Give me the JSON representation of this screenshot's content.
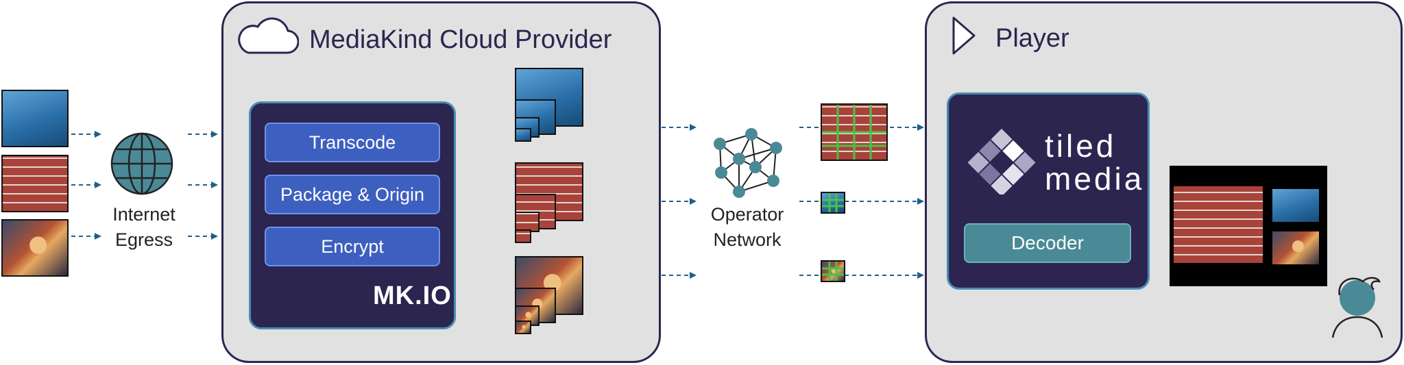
{
  "cloud_panel": {
    "title": "MediaKind Cloud Provider",
    "steps": [
      "Transcode",
      "Package & Origin",
      "Encrypt"
    ],
    "logo": "MK.IO"
  },
  "egress": {
    "line1": "Internet",
    "line2": "Egress"
  },
  "network": {
    "line1": "Operator",
    "line2": "Network"
  },
  "player_panel": {
    "title": "Player",
    "logo_line1": "tiled",
    "logo_line2": "media",
    "decoder_label": "Decoder"
  },
  "colors": {
    "panel_bg": "#e1e1e1",
    "navy": "#2b2550",
    "button_blue": "#3d5fc0",
    "decoder_teal": "#4a8a96",
    "arrow": "#1f5f8b",
    "node_teal": "#4a8a96"
  },
  "icons": [
    "cloud-icon",
    "globe-icon",
    "network-icon",
    "play-icon",
    "tiledmedia-logo-icon",
    "user-icon"
  ]
}
